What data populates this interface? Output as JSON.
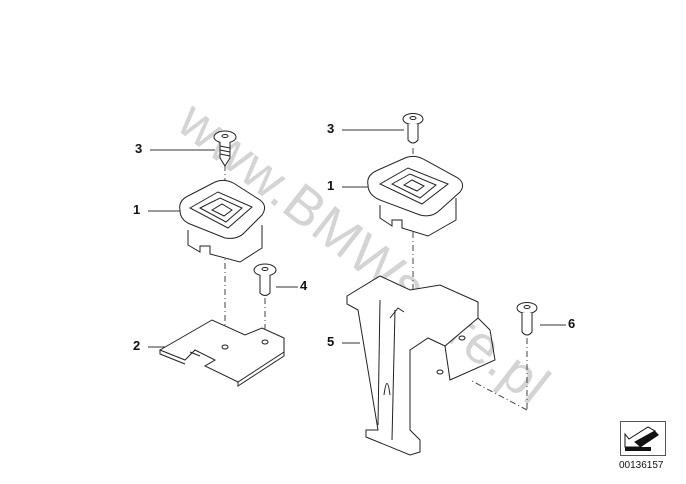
{
  "watermark": "www.BMWstore.pl",
  "callouts": {
    "left": [
      {
        "label": "3"
      },
      {
        "label": "1"
      },
      {
        "label": "4"
      },
      {
        "label": "2"
      }
    ],
    "right": [
      {
        "label": "3"
      },
      {
        "label": "1"
      },
      {
        "label": "5"
      },
      {
        "label": "6"
      }
    ]
  },
  "diagram_number": "00136157",
  "nav_icon": "arrow-down-left-icon"
}
